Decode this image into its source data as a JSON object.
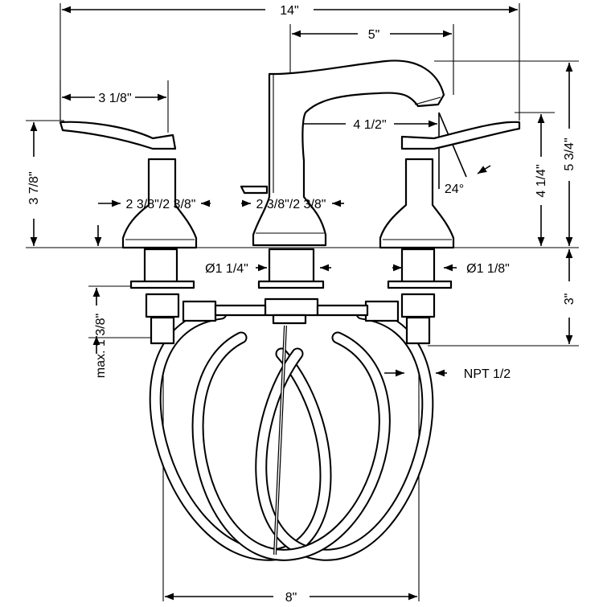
{
  "dimensions": {
    "overall_width": "14\"",
    "spout_reach": "5\"",
    "handle_reach": "3 1/8\"",
    "spout_inner_reach": "4 1/2\"",
    "left_handle_height": "3 7/8\"",
    "left_base_diameter": "2 3/8\"/2 3/8\"",
    "center_base_diameter": "2 3/8\"/2 3/8\"",
    "right_handle_height": "4 1/4\"",
    "overall_height": "5 3/4\"",
    "spout_angle": "24°",
    "center_shank": "Ø1 1/4\"",
    "side_shank": "Ø1 1/8\"",
    "below_deck": "3\"",
    "max_deck_thickness": "max. 1 3/8\"",
    "thread": "NPT 1/2",
    "center_spacing": "8\""
  },
  "colors": {
    "line": "#000000",
    "background": "#ffffff"
  }
}
